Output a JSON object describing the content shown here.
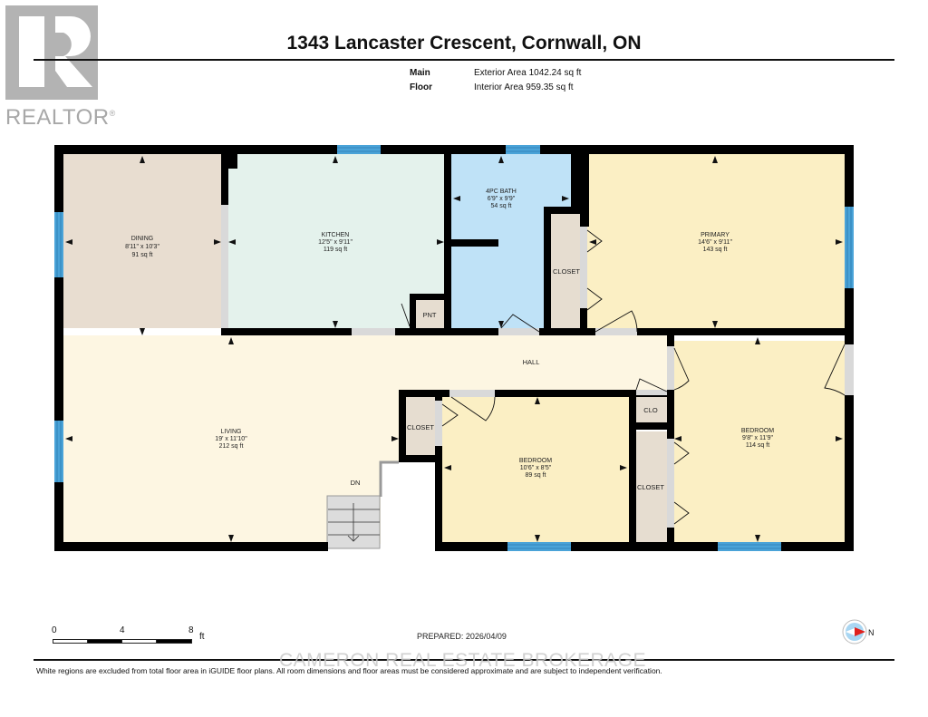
{
  "logo": {
    "brand": "REALTOR",
    "mark": "®",
    "icon": "realtor-r-logo"
  },
  "header": {
    "title": "1343 Lancaster Crescent, Cornwall, ON",
    "floor_label": "Main Floor",
    "exterior_area": "Exterior Area 1042.24 sq ft",
    "interior_area": "Interior Area 959.35 sq ft"
  },
  "rooms": {
    "dining": {
      "name": "DINING",
      "dims": "8'11\" x 10'3\"",
      "area": "91 sq ft",
      "color": "#e8ddd0"
    },
    "kitchen": {
      "name": "KITCHEN",
      "dims": "12'5\" x 9'11\"",
      "area": "119 sq ft",
      "color": "#e4f2ec"
    },
    "bath": {
      "name": "4PC BATH",
      "dims": "6'9\" x 9'9\"",
      "area": "54 sq ft",
      "color": "#bfe2f7"
    },
    "primary": {
      "name": "PRIMARY",
      "dims": "14'6\" x 9'11\"",
      "area": "143 sq ft",
      "color": "#fbefc4"
    },
    "living": {
      "name": "LIVING",
      "dims": "19' x 11'10\"",
      "area": "212 sq ft",
      "color": "#fdf6e2"
    },
    "bedroom1": {
      "name": "BEDROOM",
      "dims": "10'6\" x 8'5\"",
      "area": "89 sq ft",
      "color": "#fbefc4"
    },
    "bedroom2": {
      "name": "BEDROOM",
      "dims": "9'8\" x 11'9\"",
      "area": "114 sq ft",
      "color": "#fbefc4"
    },
    "hall": {
      "name": "HALL"
    },
    "pantry": {
      "name": "PNT"
    },
    "closet_bath": {
      "name": "CLOSET"
    },
    "closet_living": {
      "name": "CLOSET"
    },
    "closet_bed2": {
      "name": "CLOSET"
    },
    "clo": {
      "name": "CLO"
    },
    "stairs": {
      "name": "DN"
    }
  },
  "colors": {
    "wall": "#000000",
    "window": "#4aa3d8",
    "closet": "#e6ddd0",
    "opening": "#d9d9d9"
  },
  "scale": {
    "labels": [
      "0",
      "4",
      "8"
    ],
    "unit": "ft"
  },
  "prepared": "PREPARED: 2026/04/09",
  "compass": {
    "label": "N",
    "icon": "north-arrow-icon"
  },
  "watermark": "CAMERON REAL ESTATE BROKERAGE",
  "disclaimer": "White regions are excluded from total floor area in iGUIDE floor plans. All room dimensions and floor areas must be considered approximate and are subject to independent verification."
}
